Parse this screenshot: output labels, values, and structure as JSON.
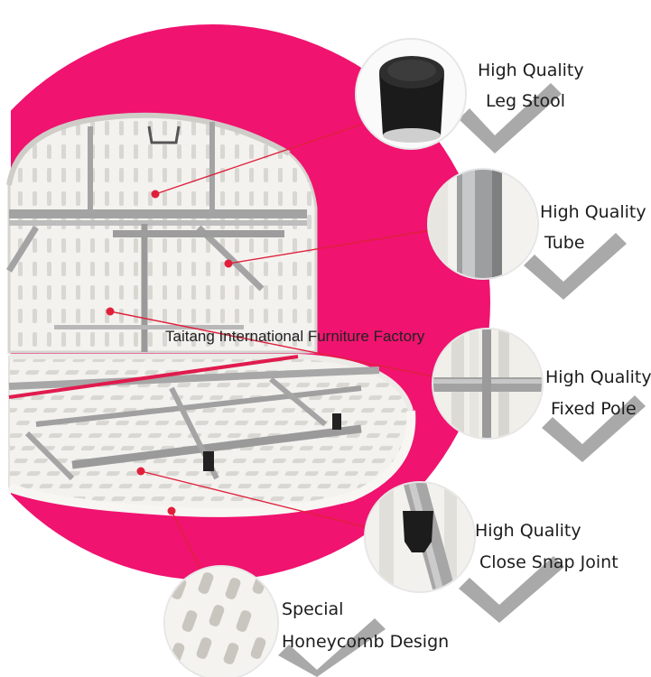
{
  "colors": {
    "accent_magenta": "#f0136f",
    "table_white": "#f2f1ee",
    "frame_grey": "#9a9a9a",
    "checkmark_grey": "#a9a9a9",
    "pointer_red": "#e0203b"
  },
  "watermark": "Taitang International Furniture Factory",
  "features": [
    {
      "line1": "High Quality",
      "line2": "Leg Stool",
      "icon": "leg-stool-photo"
    },
    {
      "line1": "High Quality",
      "line2": "Tube",
      "icon": "tube-photo"
    },
    {
      "line1": "High Quality",
      "line2": "Fixed Pole",
      "icon": "fixed-pole-photo"
    },
    {
      "line1": "High Quality",
      "line2": "Close Snap Joint",
      "icon": "snap-joint-photo"
    },
    {
      "line1": "Special",
      "line2": "Honeycomb Design",
      "icon": "honeycomb-photo"
    }
  ]
}
